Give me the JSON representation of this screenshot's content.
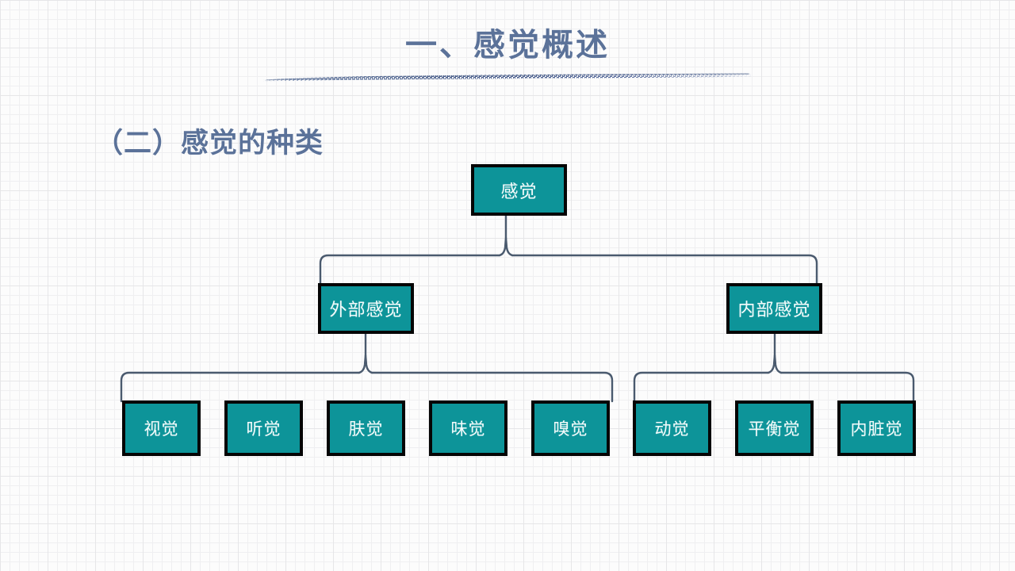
{
  "slide": {
    "title": "一、感觉概述",
    "subtitle": "（二）感觉的种类",
    "title_color": "#5b7299",
    "node_fill_color": "#0d9499",
    "node_border_color": "#050505",
    "node_text_color": "#f2fbfb",
    "connector_color": "#4a5a6e",
    "background_color": "#fcfcfc"
  },
  "diagram": {
    "type": "tree",
    "root": {
      "label": "感觉"
    },
    "level2": [
      {
        "label": "外部感觉"
      },
      {
        "label": "内部感觉"
      }
    ],
    "external_children": [
      {
        "label": "视觉"
      },
      {
        "label": "听觉"
      },
      {
        "label": "肤觉"
      },
      {
        "label": "味觉"
      },
      {
        "label": "嗅觉"
      }
    ],
    "internal_children": [
      {
        "label": "动觉"
      },
      {
        "label": "平衡觉"
      },
      {
        "label": "内脏觉"
      }
    ]
  }
}
